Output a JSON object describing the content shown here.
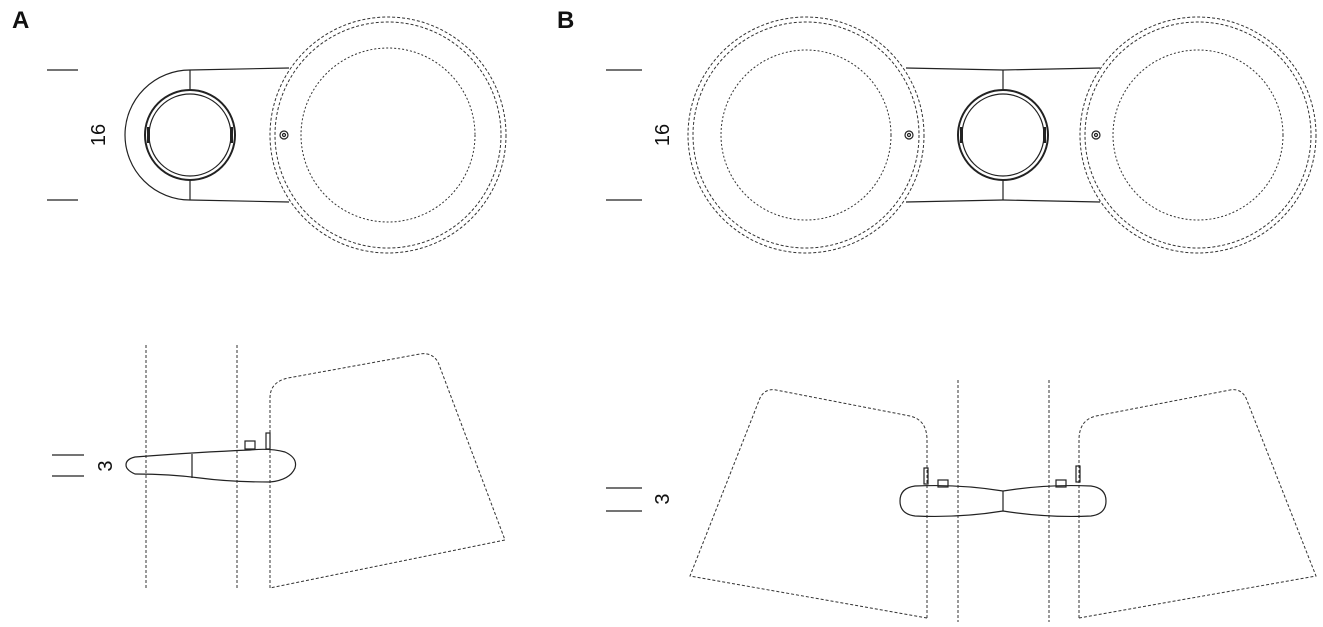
{
  "panels": {
    "a": {
      "label": "A",
      "top_dimension": "16",
      "bottom_dimension": "3"
    },
    "b": {
      "label": "B",
      "top_dimension": "16",
      "bottom_dimension": "3"
    }
  }
}
